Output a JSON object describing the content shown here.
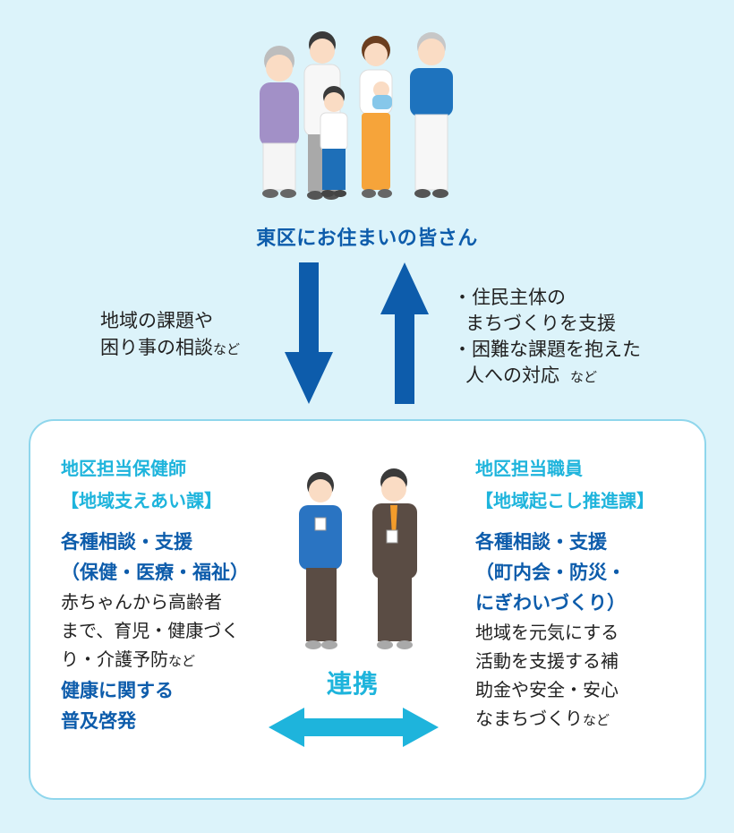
{
  "colors": {
    "background": "#dcf3fa",
    "arrow_blue": "#0d5cab",
    "accent_cyan": "#1eb4dc",
    "box_border": "#8fd6ec",
    "text_dark": "#222222"
  },
  "icons": [
    "family-illustration",
    "arrow-down-icon",
    "arrow-up-icon",
    "staff-illustration",
    "double-arrow-icon"
  ],
  "residents": {
    "title": "東区にお住まいの皆さん"
  },
  "request": {
    "line1": "地域の課題や",
    "line2": "困り事の相談",
    "suffix": "など"
  },
  "support": {
    "item1_a": "・住民主体の",
    "item1_b": "まちづくりを支援",
    "item2_a": "・困難な課題を抱えた",
    "item2_b": "人への対応",
    "suffix": "など"
  },
  "left": {
    "role": "地区担当保健師",
    "dept": "【地域支えあい課】",
    "service_head_1": "各種相談・支援",
    "service_head_2": "（保健・医療・福祉）",
    "desc_1": "赤ちゃんから高齢者",
    "desc_2": "まで、育児・健康づく",
    "desc_3": "り・介護予防",
    "desc_suffix": "など",
    "tail_1": "健康に関する",
    "tail_2": "普及啓発"
  },
  "right": {
    "role": "地区担当職員",
    "dept": "【地域起こし推進課】",
    "service_head_1": "各種相談・支援",
    "service_head_2": "（町内会・防災・",
    "service_head_3": "にぎわいづくり）",
    "desc_1": "地域を元気にする",
    "desc_2": "活動を支援する補",
    "desc_3": "助金や安全・安心",
    "desc_4": "なまちづくり",
    "desc_suffix": "など"
  },
  "collaboration": {
    "label": "連携"
  }
}
